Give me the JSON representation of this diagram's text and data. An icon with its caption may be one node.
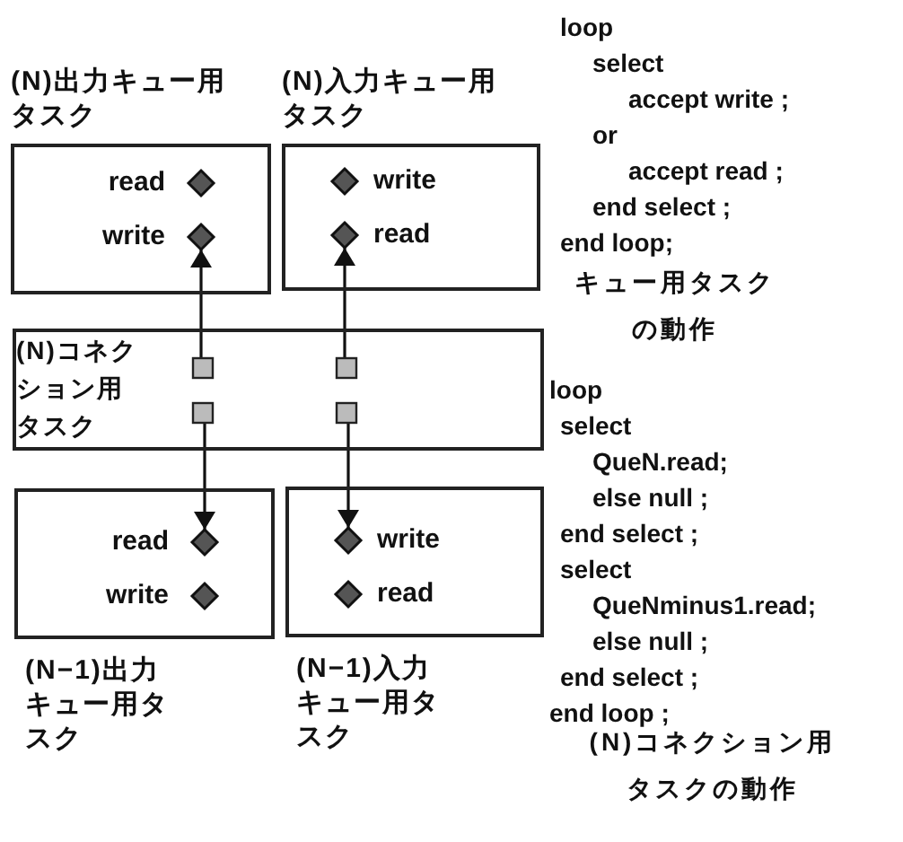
{
  "diagram": {
    "nodes": [
      {
        "text": [
          "(N)出力キュー用タスク",
          "read",
          "write"
        ]
      },
      {
        "text": [],
        "shape": "diamond",
        "in": 0
      },
      {
        "text": [],
        "shape": "diamond",
        "in": 0
      },
      {
        "text": [
          "(N)入力キュー用タスク",
          "write",
          "read"
        ]
      },
      {
        "text": [],
        "shape": "diamond",
        "in": 3
      },
      {
        "text": [],
        "shape": "diamond",
        "in": 3
      },
      {
        "text": [
          "(N)コネクション用タスク"
        ]
      },
      {
        "text": [],
        "shape": "box",
        "in": 6
      },
      {
        "text": [],
        "shape": "box",
        "in": 6
      },
      {
        "text": [],
        "shape": "box",
        "in": 6
      },
      {
        "text": [],
        "shape": "box",
        "in": 6
      },
      {
        "text": [
          "read",
          "write",
          "(N−1)出力キュー用タスク"
        ]
      },
      {
        "text": [],
        "shape": "diamond",
        "in": 11
      },
      {
        "text": [],
        "shape": "diamond",
        "in": 11
      },
      {
        "text": [
          "write",
          "read",
          "(N−1)入力キュー用タスク"
        ]
      },
      {
        "text": [],
        "shape": "diamond",
        "in": 14
      },
      {
        "text": [],
        "shape": "diamond",
        "in": 14
      }
    ],
    "edges": [
      {
        "from": 7,
        "to": 2,
        "arrow": "to"
      },
      {
        "from": 8,
        "to": 5,
        "arrow": "to"
      },
      {
        "from": 9,
        "to": 12,
        "arrow": "to"
      },
      {
        "from": 10,
        "to": 15,
        "arrow": "to"
      }
    ],
    "labels": [
      "loop",
      "select",
      "accept write ;",
      "or",
      "accept read ;",
      "end select ;",
      "end loop;",
      "キュー用タスクの動作",
      "loop",
      "select",
      "QueN.read;",
      "else null ;",
      "end select ;",
      "select",
      "QueNminus1.read;",
      "else null ;",
      "end select ;",
      "end loop ;",
      "(N)コネクション用タスクの動作"
    ]
  }
}
